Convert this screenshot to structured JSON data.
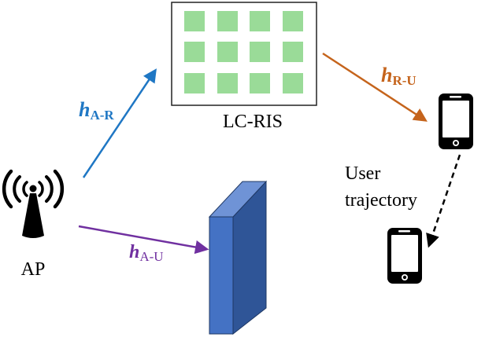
{
  "labels": {
    "ris": "LC-RIS",
    "ap": "AP",
    "user_line1": "User",
    "user_line2": "trajectory"
  },
  "channels": {
    "h_ar": {
      "symbol": "h",
      "subscript": "A-R"
    },
    "h_ru": {
      "symbol": "h",
      "subscript": "R-U"
    },
    "h_au": {
      "symbol": "h",
      "subscript": "A-U"
    }
  },
  "colors": {
    "h_ar": "#1f77c4",
    "h_ru": "#c5641c",
    "h_au": "#7030a0",
    "ris_element": "#9adb98",
    "ris_border": "#222222",
    "blocker_front": "#4472c4",
    "blocker_side": "#2f5597",
    "blocker_top": "#6f93d6",
    "device": "#000000"
  },
  "icons": {
    "ap": "wifi-antenna-icon",
    "phone": "smartphone-icon"
  }
}
